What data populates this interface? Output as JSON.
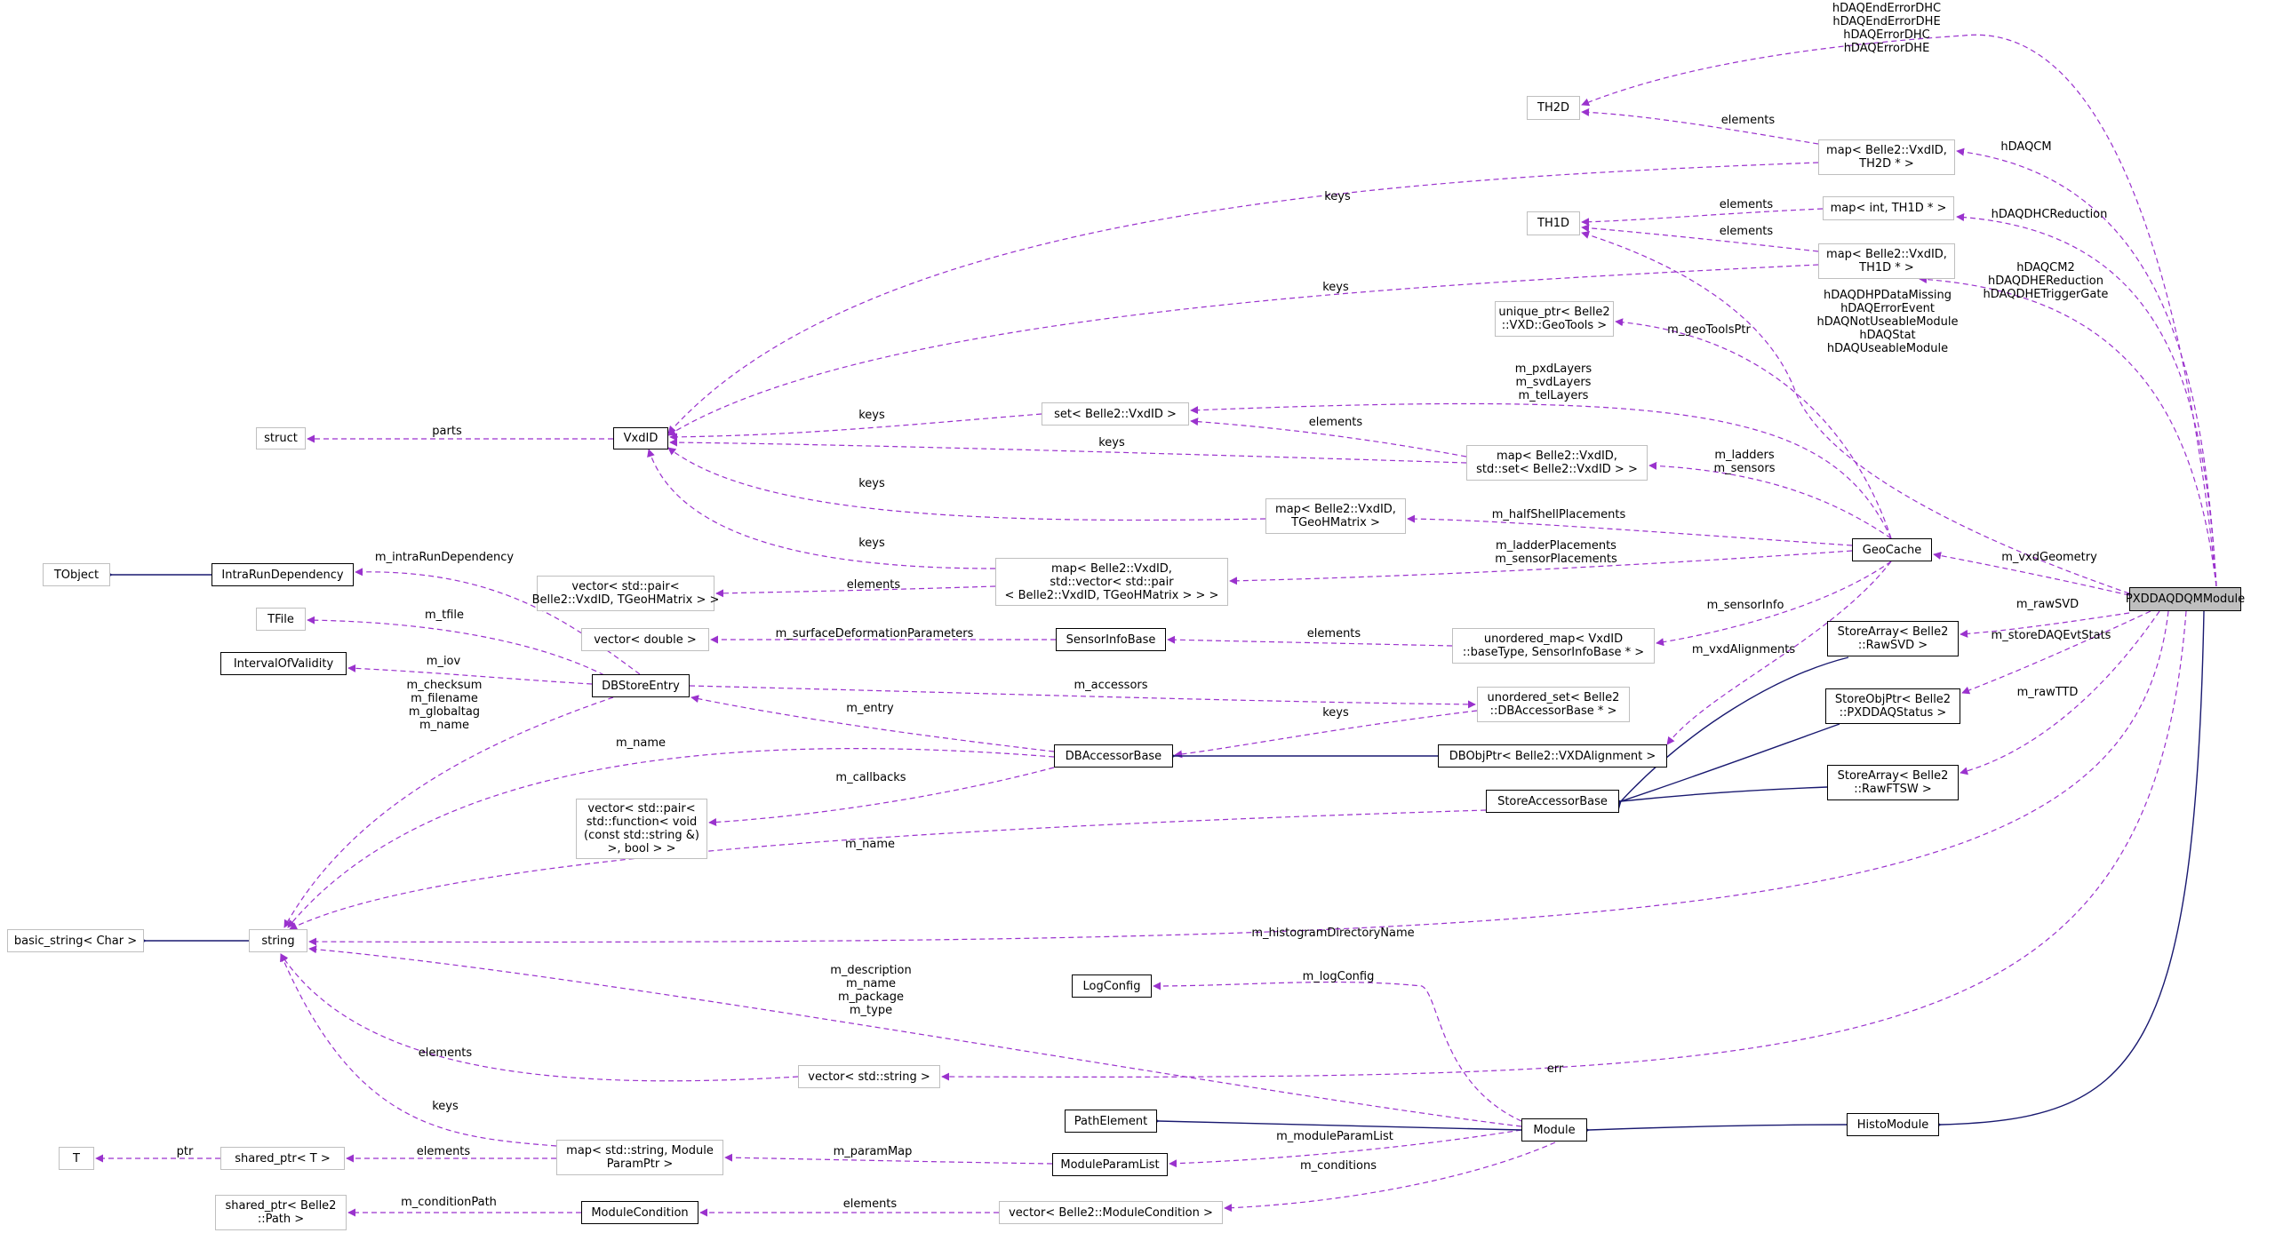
{
  "colors": {
    "usage_edge": "#9a32cd",
    "inherit_edge": "#191970",
    "node_border": "#000000",
    "node_border_light": "#bfbfbf",
    "focus_fill": "#bfbfbf"
  },
  "nodes": {
    "pxdaqdqm": [
      "PXDDAQDQMModule"
    ],
    "th2d": [
      "TH2D"
    ],
    "th1d": [
      "TH1D"
    ],
    "map_vxdid_th2d": [
      "map< Belle2::VxdID,",
      "TH2D * >"
    ],
    "map_int_th1d": [
      "map< int, TH1D * >"
    ],
    "map_vxdid_th1d": [
      "map< Belle2::VxdID,",
      "TH1D * >"
    ],
    "unique_ptr_geotools": [
      "unique_ptr< Belle2",
      "::VXD::GeoTools >"
    ],
    "vxdid": [
      "VxdID"
    ],
    "struct": [
      "struct"
    ],
    "set_vxdid": [
      "set< Belle2::VxdID >"
    ],
    "map_vxdid_set": [
      "map< Belle2::VxdID,",
      "std::set< Belle2::VxdID > >"
    ],
    "map_vxdid_tgeo": [
      "map< Belle2::VxdID,",
      "TGeoHMatrix >"
    ],
    "map_vxdid_vecpair": [
      "map< Belle2::VxdID,",
      "std::vector< std::pair",
      "< Belle2::VxdID, TGeoHMatrix > > >"
    ],
    "geocache": [
      "GeoCache"
    ],
    "tobject": [
      "TObject"
    ],
    "intrarundep": [
      "IntraRunDependency"
    ],
    "vector_pair_tgeo": [
      "vector< std::pair<",
      "Belle2::VxdID, TGeoHMatrix > >"
    ],
    "tfile": [
      "TFile"
    ],
    "vector_double": [
      "vector< double >"
    ],
    "sensorinfobase": [
      "SensorInfoBase"
    ],
    "unordered_map_sensor": [
      "unordered_map< VxdID",
      "::baseType, SensorInfoBase * >"
    ],
    "intervalofvalidity": [
      "IntervalOfValidity"
    ],
    "dbstoreentry": [
      "DBStoreEntry"
    ],
    "unordered_set_dbaccessor": [
      "unordered_set< Belle2",
      "::DBAccessorBase * >"
    ],
    "storearray_rawsvd": [
      "StoreArray< Belle2",
      "::RawSVD >"
    ],
    "storeobjptr_pxddaqstatus": [
      "StoreObjPtr< Belle2",
      "::PXDDAQStatus >"
    ],
    "dbaccessorbase": [
      "DBAccessorBase"
    ],
    "dbobjptr_vxdalign": [
      "DBObjPtr< Belle2::VXDAlignment >"
    ],
    "storeaccessorbase": [
      "StoreAccessorBase"
    ],
    "storearray_rawftsw": [
      "StoreArray< Belle2",
      "::RawFTSW >"
    ],
    "vector_function": [
      "vector< std::pair<",
      "std::function< void",
      "(const std::string &)",
      ">, bool > >"
    ],
    "basic_string": [
      "basic_string< Char >"
    ],
    "string": [
      "string"
    ],
    "logconfig": [
      "LogConfig"
    ],
    "vector_string": [
      "vector< std::string >"
    ],
    "pathelement": [
      "PathElement"
    ],
    "module": [
      "Module"
    ],
    "histomodule": [
      "HistoModule"
    ],
    "t": [
      "T"
    ],
    "shared_ptr_t": [
      "shared_ptr< T >"
    ],
    "map_string_module": [
      "map< std::string, Module",
      "ParamPtr >"
    ],
    "moduleparamlist": [
      "ModuleParamList"
    ],
    "shared_ptr_path": [
      "shared_ptr< Belle2",
      "::Path >"
    ],
    "modulecondition": [
      "ModuleCondition"
    ],
    "vector_modulecondition": [
      "vector< Belle2::ModuleCondition >"
    ]
  },
  "edge_labels": {
    "hdaq_err": [
      "hDAQEndErrorDHC",
      "hDAQEndErrorDHE",
      "hDAQErrorDHC",
      "hDAQErrorDHE"
    ],
    "elements_th2d": [
      "elements"
    ],
    "hdaqcm": [
      "hDAQCM"
    ],
    "keys_th2d": [
      "keys"
    ],
    "elements_int_th1d": [
      "elements"
    ],
    "hdaqdhcreduction": [
      "hDAQDHCReduction"
    ],
    "elements_vxdid_th1d": [
      "elements"
    ],
    "keys_th1d": [
      "keys"
    ],
    "hdaqcm2": [
      "hDAQCM2",
      "hDAQDHEReduction",
      "hDAQDHETriggerGate"
    ],
    "hdaqdhp": [
      "hDAQDHPDataMissing",
      "hDAQErrorEvent",
      "hDAQNotUseableModule",
      "hDAQStat",
      "hDAQUseableModule"
    ],
    "m_geotoolsptr": [
      "m_geoToolsPtr"
    ],
    "m_pxdlayers": [
      "m_pxdLayers",
      "m_svdLayers",
      "m_telLayers"
    ],
    "parts": [
      "parts"
    ],
    "keys_set": [
      "keys"
    ],
    "elements_set": [
      "elements"
    ],
    "keys_map_set": [
      "keys"
    ],
    "m_ladders": [
      "m_ladders",
      "m_sensors"
    ],
    "keys_tgeo": [
      "keys"
    ],
    "m_halfshell": [
      "m_halfShellPlacements"
    ],
    "m_ladderplacements": [
      "m_ladderPlacements",
      "m_sensorPlacements"
    ],
    "m_vxdgeometry": [
      "m_vxdGeometry"
    ],
    "keys_vecpair": [
      "keys"
    ],
    "elements_vecpair": [
      "elements"
    ],
    "m_intrarundependency": [
      "m_intraRunDependency"
    ],
    "m_tfile": [
      "m_tfile"
    ],
    "m_surfacedeformation": [
      "m_surfaceDeformationParameters"
    ],
    "elements_sensor": [
      "elements"
    ],
    "m_sensorinfo": [
      "m_sensorInfo"
    ],
    "m_rawsvd": [
      "m_rawSVD"
    ],
    "m_iov": [
      "m_iov"
    ],
    "m_accessors": [
      "m_accessors"
    ],
    "m_vxdalignments": [
      "m_vxdAlignments"
    ],
    "m_storedaqevtstats": [
      "m_storeDAQEvtStats"
    ],
    "m_checksum": [
      "m_checksum",
      "m_filename",
      "m_globaltag",
      "m_name"
    ],
    "m_entry": [
      "m_entry"
    ],
    "keys_unordered_set": [
      "keys"
    ],
    "m_rawttd": [
      "m_rawTTD"
    ],
    "m_name_dbaccessor": [
      "m_name"
    ],
    "m_callbacks": [
      "m_callbacks"
    ],
    "m_name_store": [
      "m_name"
    ],
    "m_histogramdirectoryname": [
      "m_histogramDirectoryName"
    ],
    "m_description": [
      "m_description",
      "m_name",
      "m_package",
      "m_type"
    ],
    "m_logconfig": [
      "m_logConfig"
    ],
    "elements_vector_string": [
      "elements"
    ],
    "err": [
      "err"
    ],
    "keys_map_string": [
      "keys"
    ],
    "m_moduleparamlist": [
      "m_moduleParamList"
    ],
    "ptr": [
      "ptr"
    ],
    "elements_map_string": [
      "elements"
    ],
    "m_parammap": [
      "m_paramMap"
    ],
    "m_conditions": [
      "m_conditions"
    ],
    "m_conditionpath": [
      "m_conditionPath"
    ],
    "elements_modulecondition": [
      "elements"
    ]
  }
}
